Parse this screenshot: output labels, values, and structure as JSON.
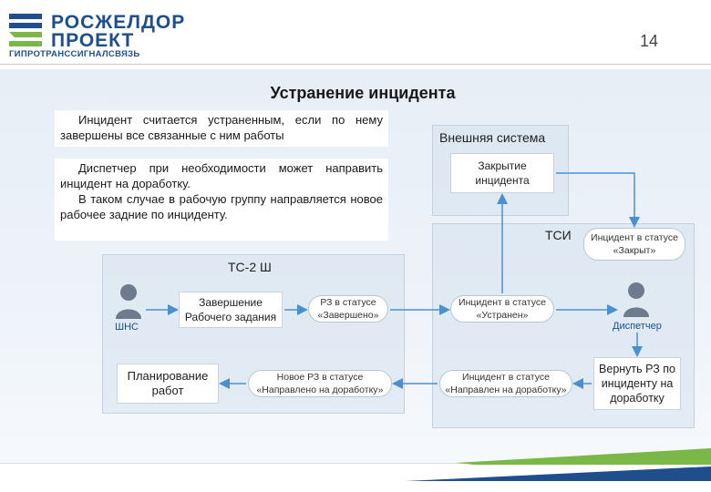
{
  "header": {
    "logo_line1": "РОСЖЕЛДОР",
    "logo_line2": "ПРОЕКТ",
    "logo_sub": "ГИПРОТРАНССИГНАЛСВЯЗЬ",
    "page_number": "14"
  },
  "title": "Устранение инцидента",
  "notes": {
    "note1": "Инцидент считается устраненным, если по нему завершены все связанные с ним работы",
    "note2_p1": "Диспетчер при необходимости может направить инцидент на доработку.",
    "note2_p2": "В таком случае в рабочую группу направляется новое рабочее задние по инциденту."
  },
  "panels": {
    "external": "Внешняя система",
    "tsi": "ТСИ",
    "tc2": "ТС-2 Ш"
  },
  "boxes": {
    "close": "Закрытие инцидента",
    "finish": "Завершение Рабочего задания",
    "plan": "Планирование работ",
    "return": "Вернуть РЗ по инциденту на доработку"
  },
  "pills": {
    "closed": "Инцидент в статусе «Закрыт»",
    "done": "РЗ в статусе «Завершено»",
    "resolved": "Инцидент в статусе «Устранен»",
    "new_wo": "Новое РЗ в статусе «Направлено на доработку»",
    "sent": "Инцидент в статусе «Направлен на доработку»"
  },
  "actors": {
    "shns": "ШНС",
    "dispatcher": "Диспетчер"
  },
  "colors": {
    "brand_blue": "#1f4e8c",
    "brand_green": "#7ab648",
    "arrow": "#4a8fd0",
    "actor": "#6d7b8c"
  }
}
